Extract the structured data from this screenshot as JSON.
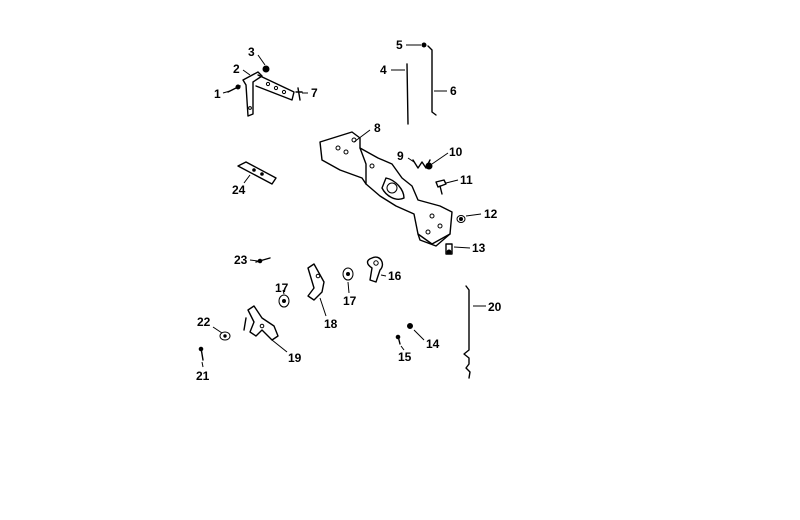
{
  "diagram": {
    "callouts": [
      "1",
      "2",
      "3",
      "4",
      "5",
      "6",
      "7",
      "8",
      "9",
      "10",
      "11",
      "12",
      "13",
      "14",
      "15",
      "16",
      "17",
      "17",
      "18",
      "19",
      "20",
      "21",
      "22",
      "23",
      "24"
    ]
  }
}
